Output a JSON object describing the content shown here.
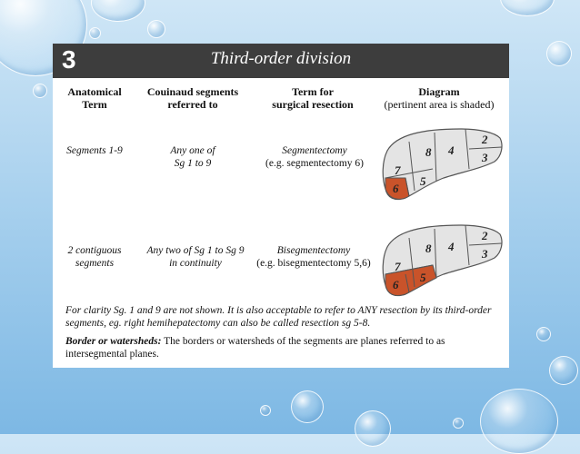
{
  "title": {
    "number": "3",
    "text": "Third-order division"
  },
  "headers": [
    {
      "line1": "Anatomical",
      "line2": "Term"
    },
    {
      "line1": "Couinaud segments",
      "line2": "referred to"
    },
    {
      "line1": "Term for",
      "line2": "surgical resection"
    },
    {
      "line1": "Diagram",
      "line2": "(pertinent area is shaded)"
    }
  ],
  "rows": [
    {
      "anatomical": [
        "Segments 1-9"
      ],
      "couinaud": [
        "Any one of",
        "Sg 1 to 9"
      ],
      "surgical": [
        "Segmentectomy",
        "(e.g. segmentectomy 6)"
      ],
      "diagram_labels": [
        "8",
        "4",
        "2",
        "3",
        "7",
        "5",
        "6"
      ]
    },
    {
      "anatomical": [
        "2 contiguous",
        "segments"
      ],
      "couinaud": [
        "Any two of Sg 1 to Sg 9",
        "in continuity"
      ],
      "surgical": [
        "Bisegmentectomy",
        "(e.g. bisegmentectomy 5,6)"
      ],
      "diagram_labels": [
        "8",
        "4",
        "2",
        "3",
        "7",
        "5",
        "6"
      ]
    }
  ],
  "footer": {
    "note_line1": "For clarity Sg. 1 and 9 are not shown.  It is also acceptable to refer to ANY resection by its third-order",
    "note_line2": "segments, eg. right hemihepatectomy can also be called resection sg 5-8.",
    "border_label": "Border or watersheds:",
    "border_text": " The borders or watersheds of the segments are planes referred to as",
    "border_text2": "intersegmental planes."
  },
  "colors": {
    "shaded": "#c9532a",
    "liver": "#e4e4e4",
    "title_bar": "#3d3d3d"
  }
}
